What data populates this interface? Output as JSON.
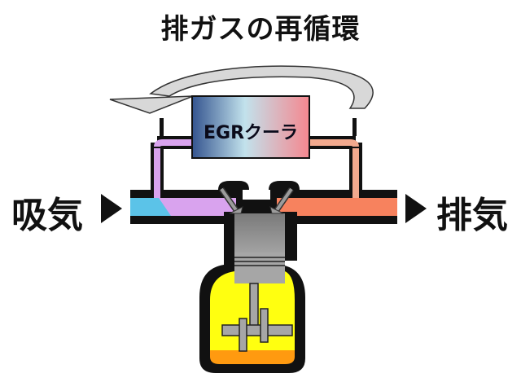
{
  "title": "排ガスの再循環",
  "intake_label": "吸気",
  "exhaust_label": "排気",
  "cooler_label": "EGRクーラ",
  "colors": {
    "intake_air": "#5bc3e8",
    "egr_mixed": "#d9a3ee",
    "exhaust_gas": "#f7825e",
    "egr_return_pipe": "#f2a98e",
    "cooler_cold": "#3a5c9c",
    "cooler_mid": "#bfe0ea",
    "cooler_hot": "#f28e96",
    "crankcase": "#ffff10",
    "oil": "#ff9a10",
    "piston": "#9c9c9c",
    "recirculation_arrow": "#d6d6d6"
  }
}
